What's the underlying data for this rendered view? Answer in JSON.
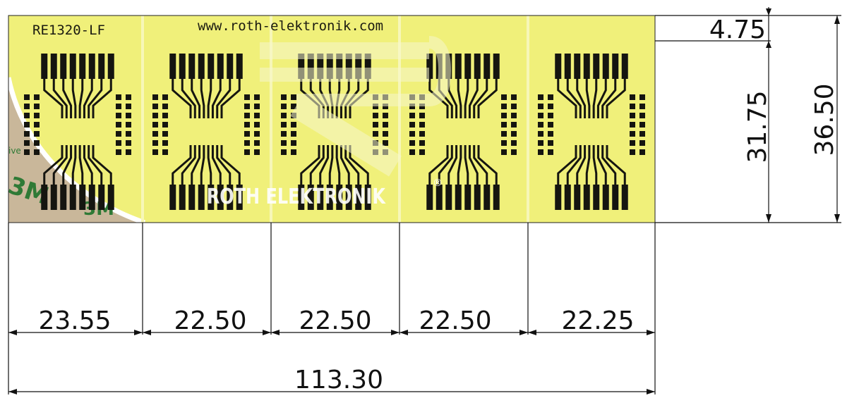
{
  "board": {
    "part_number": "RE1320-LF",
    "website": "www.roth-elektronik.com",
    "brand": "ROTH ELEKTRONIK",
    "registered_mark": "®",
    "sticker_text": "3M",
    "sticker_small_text": "ive",
    "pcb_color": "#f0f07a",
    "copper_color": "#151510",
    "sticker_color": "#c9b79a",
    "sticker_text_color": "#2f7a36"
  },
  "dimensions": {
    "horizontal_sections": [
      "23.55",
      "22.50",
      "22.50",
      "22.50",
      "22.25"
    ],
    "total_width": "113.30",
    "top_margin": "4.75",
    "section_height": "31.75",
    "total_height": "36.50"
  }
}
